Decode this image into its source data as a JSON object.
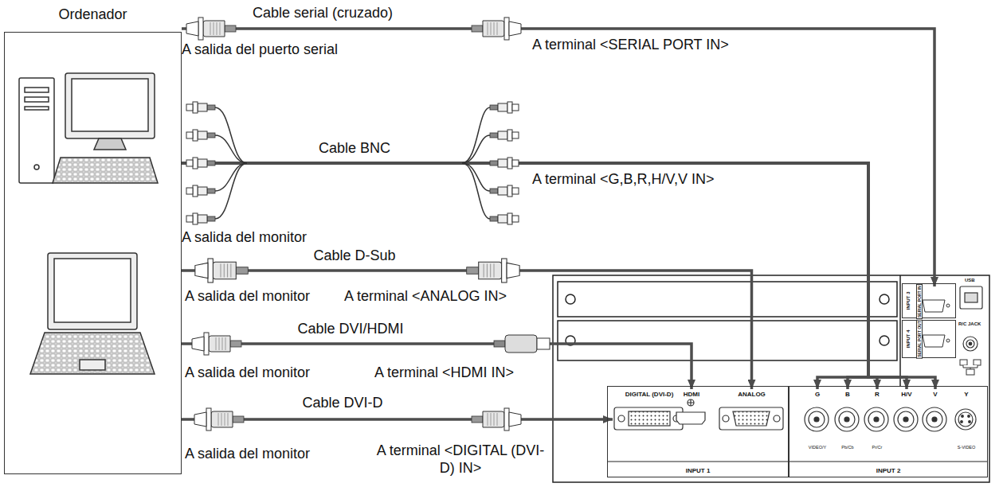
{
  "diagram": {
    "nodes": [
      {
        "text": [
          "Ordenador"
        ]
      },
      {
        "text": [
          "INPUT 3"
        ]
      },
      {
        "text": [
          "SERIAL PORT IN"
        ],
        "in": 1
      },
      {
        "text": [
          "INPUT 4"
        ]
      },
      {
        "text": [
          "SERIAL PORT OUT"
        ],
        "in": 3
      },
      {
        "text": [
          "INPUT 1"
        ]
      },
      {
        "text": [
          "DIGITAL (DVI-D)"
        ],
        "in": 5
      },
      {
        "text": [
          "HDMI"
        ],
        "in": 5
      },
      {
        "text": [
          "ANALOG"
        ],
        "in": 5
      },
      {
        "text": [
          "INPUT 2"
        ]
      },
      {
        "text": [
          "G",
          "VIDEO/Y"
        ],
        "in": 9
      },
      {
        "text": [
          "B",
          "Pb/Cb"
        ],
        "in": 9
      },
      {
        "text": [
          "R",
          "Pr/Cr"
        ],
        "in": 9
      },
      {
        "text": [
          "H/V"
        ],
        "in": 9
      },
      {
        "text": [
          "V"
        ],
        "in": 9
      },
      {
        "text": [
          "Y",
          "S-VIDEO"
        ],
        "in": 9
      }
    ],
    "edges": [
      {
        "from": 0,
        "to": 2,
        "arrow": "to",
        "label": "Cable serial (cruzado)"
      },
      {
        "from": 0,
        "to": 10,
        "arrow": "to",
        "label": "Cable BNC"
      },
      {
        "from": 0,
        "to": 11,
        "arrow": "to"
      },
      {
        "from": 0,
        "to": 12,
        "arrow": "to"
      },
      {
        "from": 0,
        "to": 13,
        "arrow": "to"
      },
      {
        "from": 0,
        "to": 14,
        "arrow": "to"
      },
      {
        "from": 0,
        "to": 8,
        "arrow": "to",
        "label": "Cable D-Sub"
      },
      {
        "from": 0,
        "to": 7,
        "arrow": "to",
        "label": "Cable DVI/HDMI"
      },
      {
        "from": 0,
        "to": 6,
        "arrow": "to",
        "label": "Cable DVI-D"
      }
    ],
    "labels": [
      "A salida del puerto serial",
      "A terminal <SERIAL PORT IN>",
      "A terminal <G,B,R,H/V,V IN>",
      "A salida del monitor",
      "A salida del monitor",
      "A terminal <ANALOG IN>",
      "A salida del monitor",
      "A terminal <HDMI IN>",
      "A salida del monitor",
      "A terminal <DIGITAL (DVI-D) IN>",
      "USB",
      "R/C JACK"
    ]
  }
}
